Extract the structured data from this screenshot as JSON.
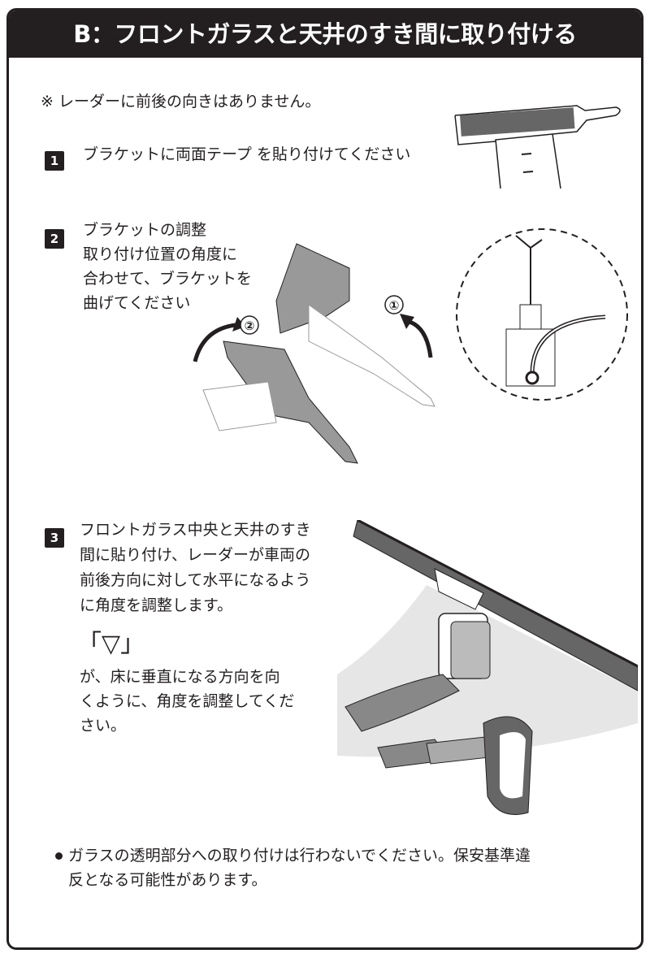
{
  "header": {
    "title": "B：フロントガラスと天井のすき間に取り付ける"
  },
  "note": "※ レーダーに前後の向きはありません。",
  "steps": [
    {
      "number": "1",
      "lines": [
        "ブラケットに両面テープ を貼り付けてください"
      ]
    },
    {
      "number": "2",
      "lines": [
        "ブラケットの調整",
        "取り付け位置の角度に",
        "合わせて、ブラケットを",
        "曲げてください"
      ],
      "markers": [
        "①",
        "②"
      ]
    },
    {
      "number": "3",
      "lines": [
        "フロントガラス中央と天井のすき",
        "間に貼り付け、レーダーが車両の",
        "前後方向に対して水平になるよう",
        "に角度を調整します。"
      ],
      "symbol": "「▽」",
      "sub_lines": [
        "が、床に垂直になる方向を向",
        "くように、角度を調整してくだ",
        "さい。"
      ]
    }
  ],
  "warning": {
    "lines": [
      "ガラスの透明部分への取り付けは行わないでください。保安基準違",
      "反となる可能性があります。"
    ]
  }
}
